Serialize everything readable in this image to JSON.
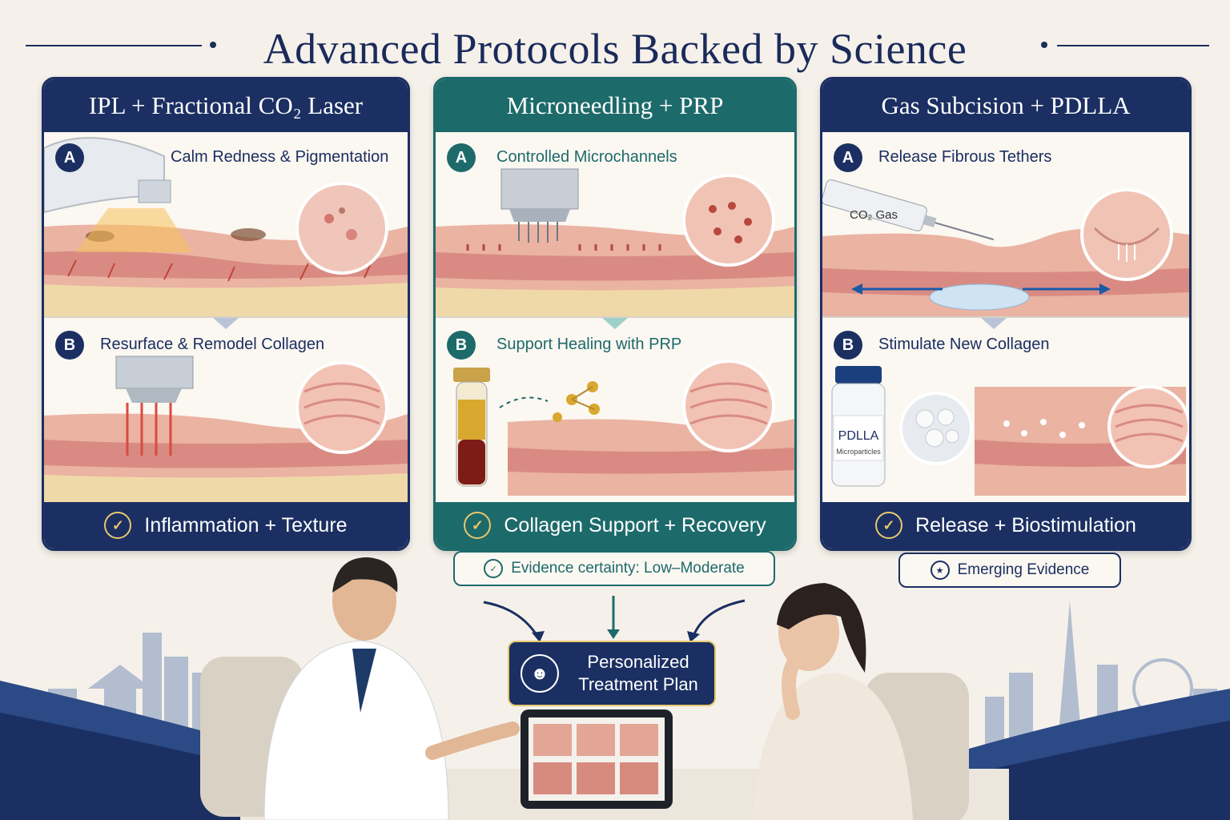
{
  "title": "Advanced Protocols Backed by Science",
  "panels": [
    {
      "heading": "IPL + Fractional CO₂ Laser",
      "steps": [
        {
          "badge": "A",
          "label": "Calm Redness & Pigmentation"
        },
        {
          "badge": "B",
          "label": "Resurface & Remodel Collagen"
        }
      ],
      "footer": "Inflammation + Texture"
    },
    {
      "heading": "Microneedling + PRP",
      "steps": [
        {
          "badge": "A",
          "label": "Controlled Microchannels"
        },
        {
          "badge": "B",
          "label": "Support Healing with PRP"
        }
      ],
      "footer": "Collagen Support + Recovery",
      "evidence": "Evidence certainty: Low–Moderate"
    },
    {
      "heading": "Gas Subcision + PDLLA",
      "steps": [
        {
          "badge": "A",
          "label": "Release Fibrous Tethers"
        },
        {
          "badge": "B",
          "label": "Stimulate New Collagen"
        }
      ],
      "footer": "Release + Biostimulation",
      "evidence": "Emerging Evidence",
      "syringe_label": "CO₂ Gas",
      "vial_label": "PDLLA",
      "vial_sublabel": "Microparticles"
    }
  ],
  "plan": {
    "line1": "Personalized",
    "line2": "Treatment Plan"
  },
  "icons": {
    "check": "check-circle-icon",
    "shield": "shield-icon",
    "star": "star-icon",
    "person": "person-icon"
  },
  "colors": {
    "navy": "#1b2f62",
    "teal": "#1d6a6b",
    "gold": "#e8c86e",
    "skin": "#e8a89a"
  }
}
